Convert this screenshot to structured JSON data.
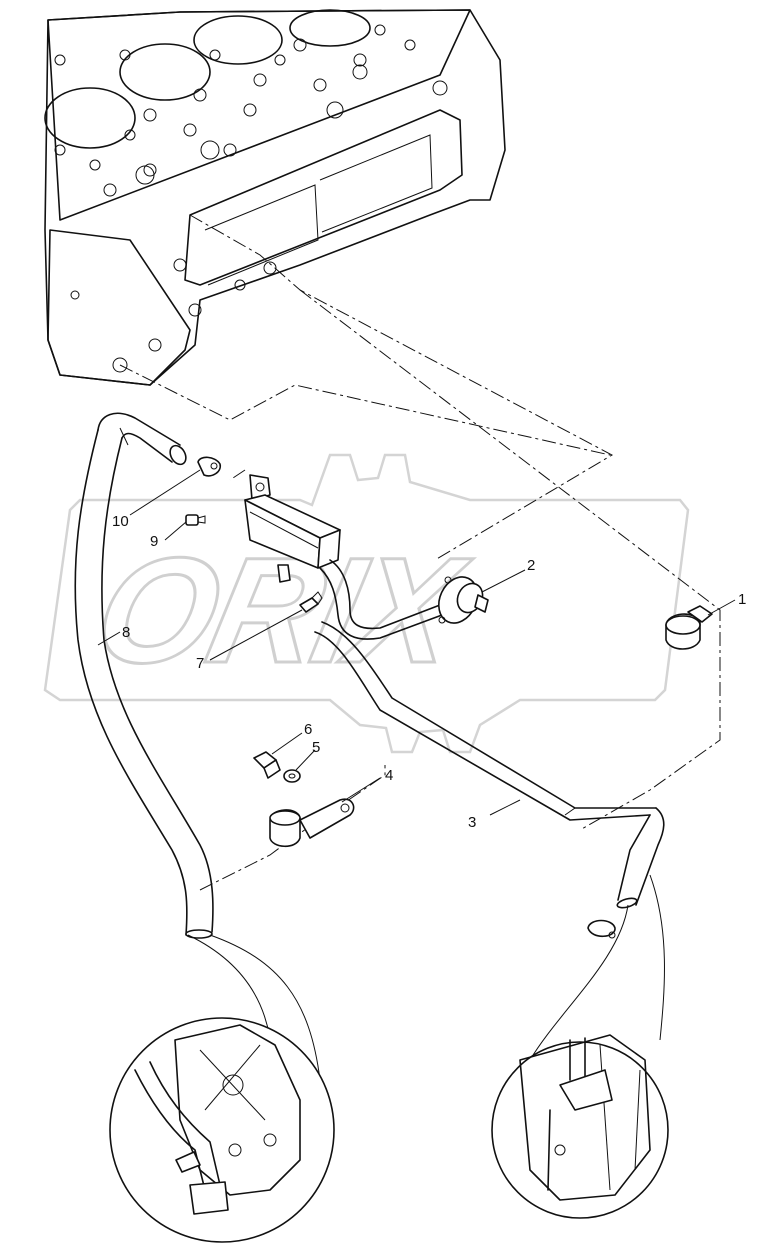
{
  "watermark": {
    "brand_text": "ORIX"
  },
  "callouts": [
    {
      "id": "1",
      "text": "1"
    },
    {
      "id": "2",
      "text": "2"
    },
    {
      "id": "3",
      "text": "3"
    },
    {
      "id": "4",
      "text": "4"
    },
    {
      "id": "5",
      "text": "5"
    },
    {
      "id": "6",
      "text": "6"
    },
    {
      "id": "7",
      "text": "7"
    },
    {
      "id": "8",
      "text": "8"
    },
    {
      "id": "9",
      "text": "9"
    },
    {
      "id": "10",
      "text": "10"
    }
  ],
  "parts": {
    "engine_block": "engine-block",
    "breather_hose": "breather-hose",
    "oil_separator": "oil-separator",
    "drain_pipe": "drain-pipe",
    "detail_left": "detail-view-left",
    "detail_right": "detail-view-right"
  }
}
